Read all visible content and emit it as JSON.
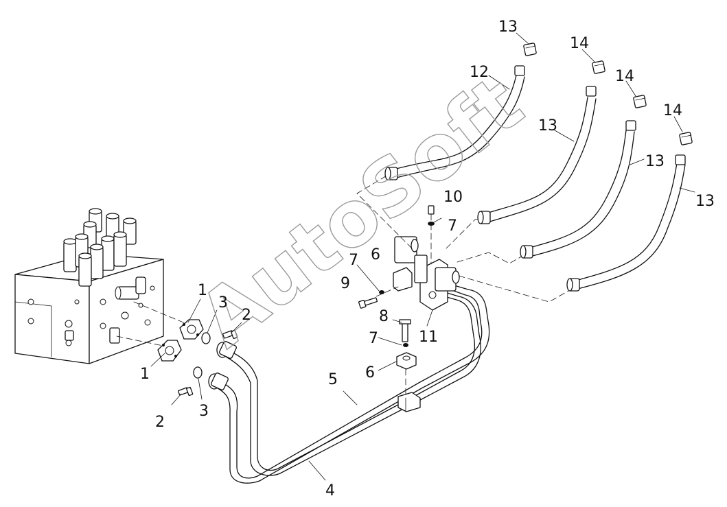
{
  "watermark": "AutoSoft",
  "callouts": [
    {
      "id": "c1a",
      "label": "1"
    },
    {
      "id": "c1b",
      "label": "1"
    },
    {
      "id": "c2a",
      "label": "2"
    },
    {
      "id": "c2b",
      "label": "2"
    },
    {
      "id": "c3a",
      "label": "3"
    },
    {
      "id": "c3b",
      "label": "3"
    },
    {
      "id": "c4",
      "label": "4"
    },
    {
      "id": "c5",
      "label": "5"
    },
    {
      "id": "c6a",
      "label": "6"
    },
    {
      "id": "c6b",
      "label": "6"
    },
    {
      "id": "c7a",
      "label": "7"
    },
    {
      "id": "c7b",
      "label": "7"
    },
    {
      "id": "c7c",
      "label": "7"
    },
    {
      "id": "c8",
      "label": "8"
    },
    {
      "id": "c9",
      "label": "9"
    },
    {
      "id": "c10",
      "label": "10"
    },
    {
      "id": "c11",
      "label": "11"
    },
    {
      "id": "c12",
      "label": "12"
    },
    {
      "id": "c13a",
      "label": "13"
    },
    {
      "id": "c13b",
      "label": "13"
    },
    {
      "id": "c13c",
      "label": "13"
    },
    {
      "id": "c13d",
      "label": "13"
    },
    {
      "id": "c14a",
      "label": "14"
    },
    {
      "id": "c14b",
      "label": "14"
    },
    {
      "id": "c14c",
      "label": "14"
    }
  ]
}
